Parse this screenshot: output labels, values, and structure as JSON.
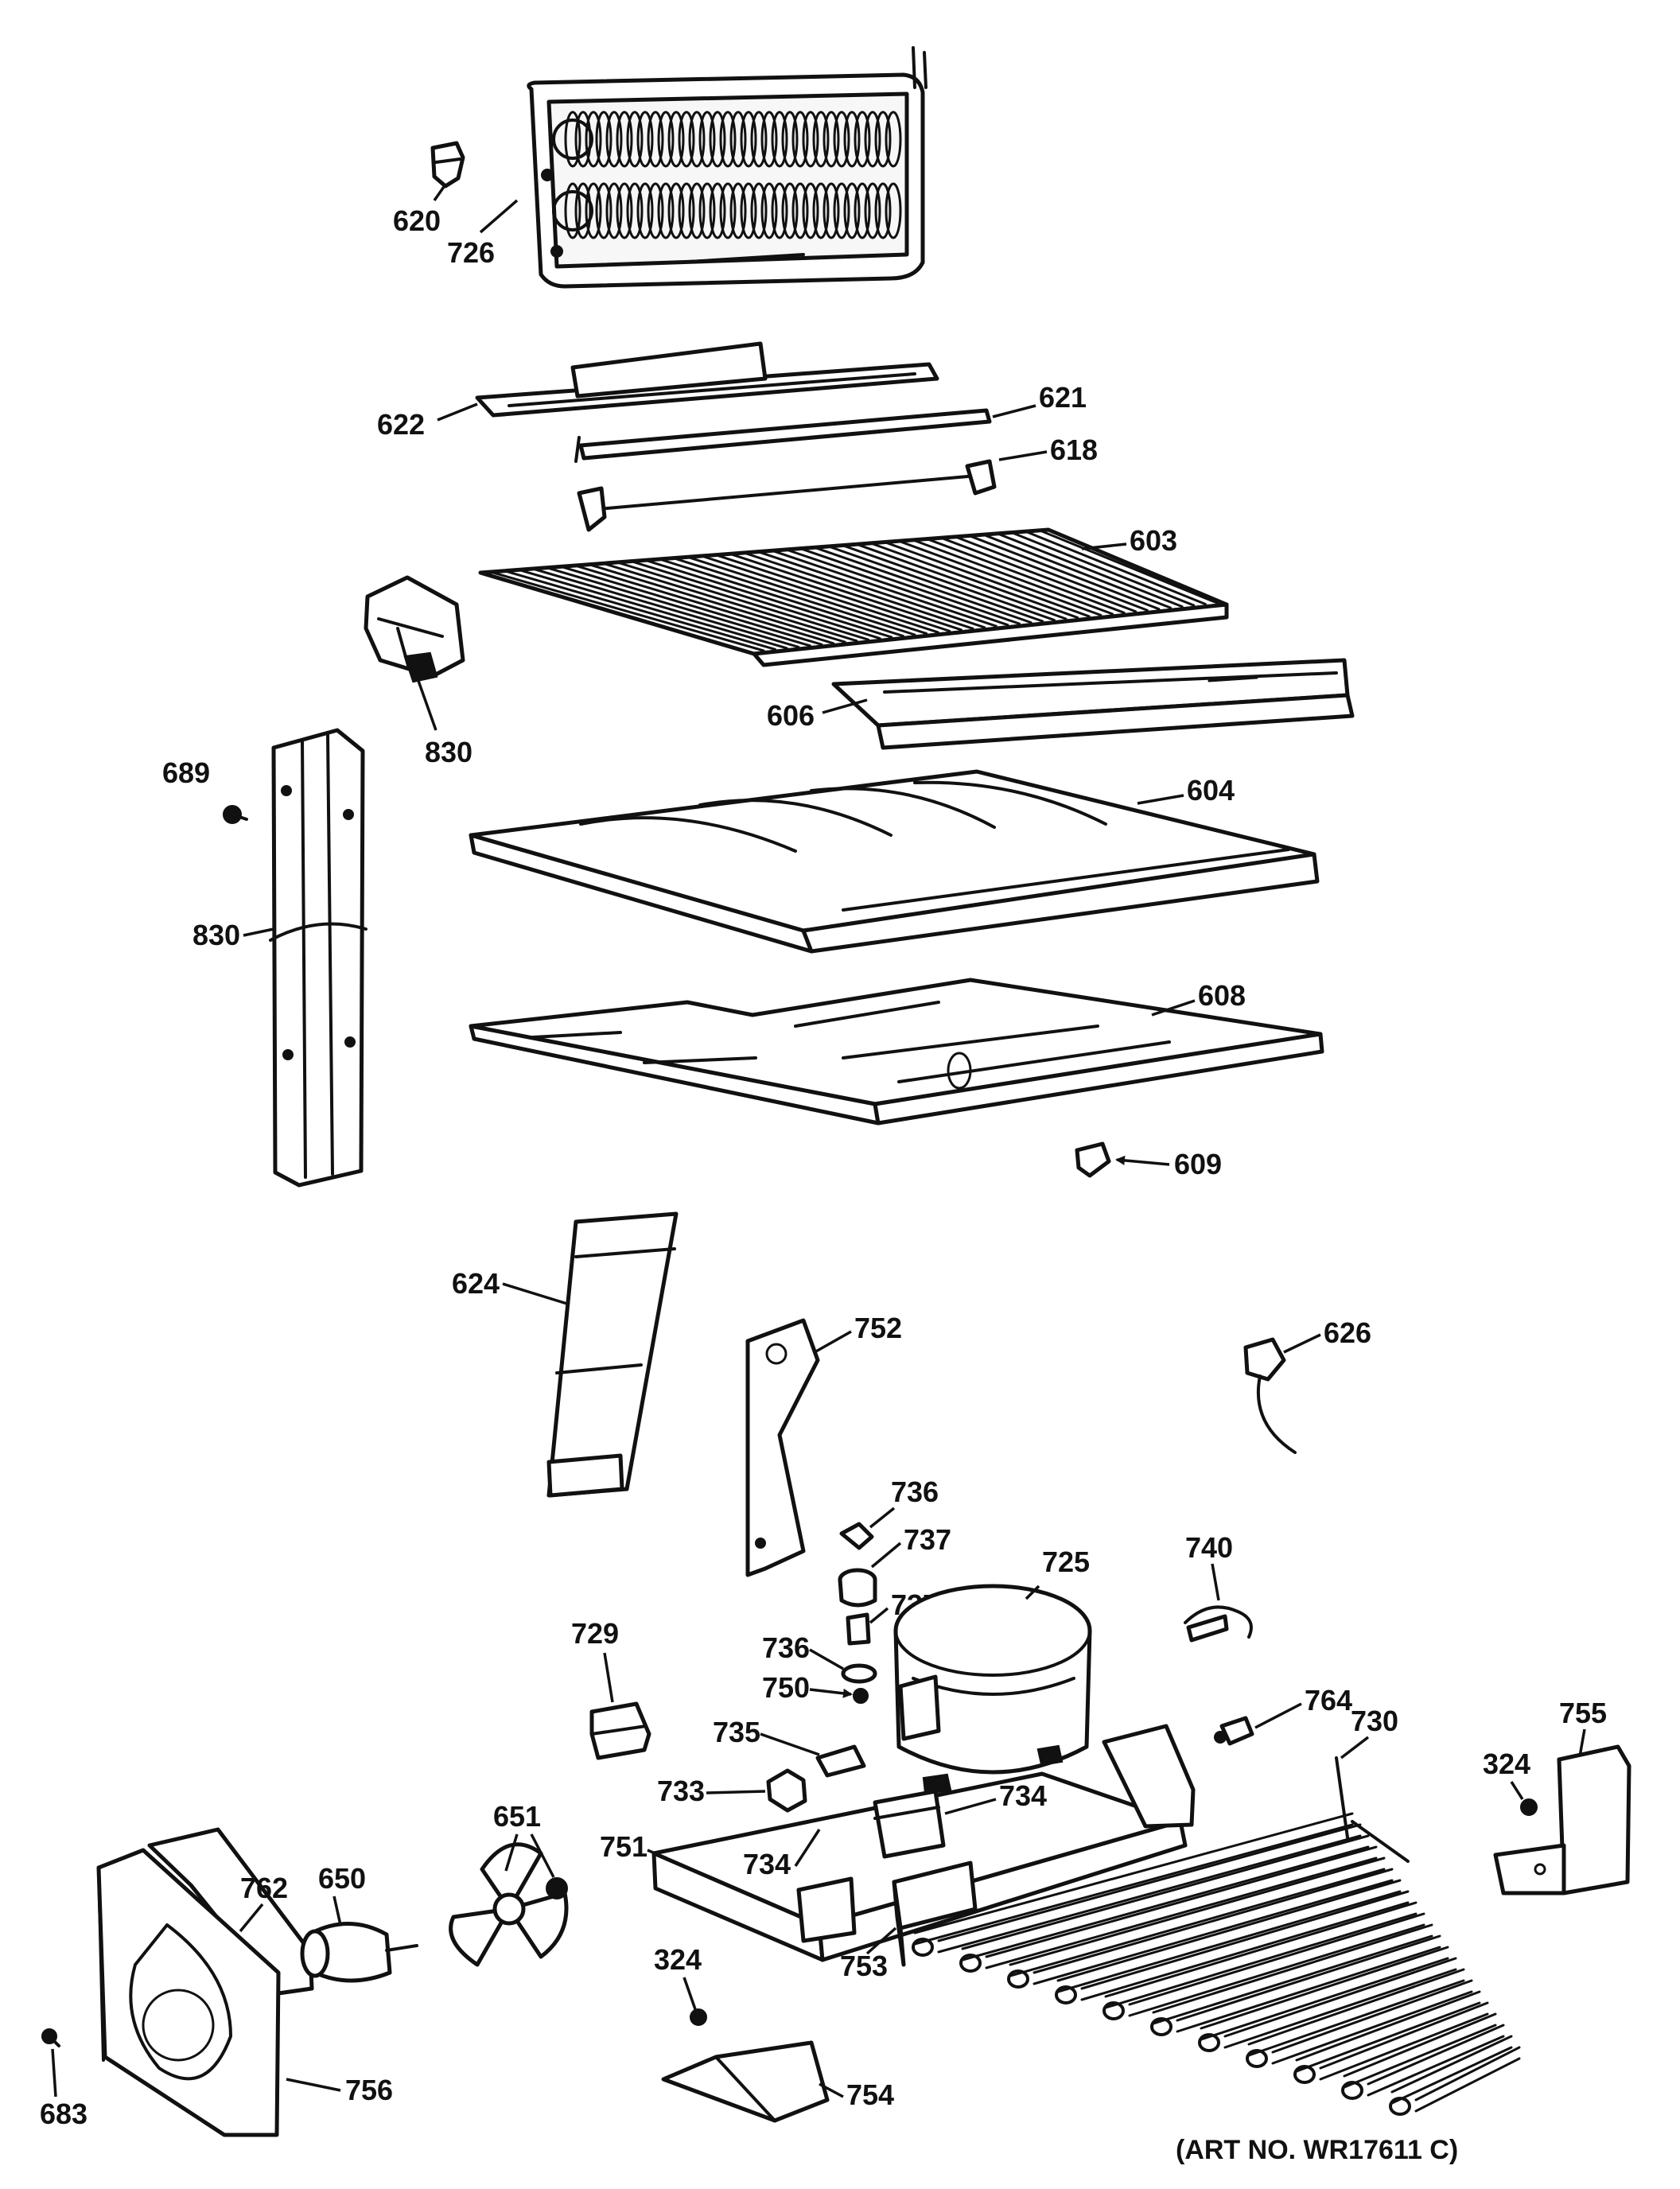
{
  "callouts": {
    "c620": "620",
    "c726": "726",
    "c622": "622",
    "c621": "621",
    "c618": "618",
    "c603": "603",
    "c606": "606",
    "c830a": "830",
    "c689": "689",
    "c830b": "830",
    "c604": "604",
    "c608": "608",
    "c609": "609",
    "c624": "624",
    "c752": "752",
    "c626": "626",
    "c736a": "736",
    "c737a": "737",
    "c737b": "737",
    "c725": "725",
    "c740": "740",
    "c729": "729",
    "c736b": "736",
    "c750": "750",
    "c764": "764",
    "c735": "735",
    "c730": "730",
    "c324a": "324",
    "c755": "755",
    "c733": "733",
    "c734a": "734",
    "c651": "651",
    "c751": "751",
    "c734b": "734",
    "c762": "762",
    "c650": "650",
    "c753": "753",
    "c324b": "324",
    "c756": "756",
    "c754": "754",
    "c683": "683"
  },
  "art_number": "(ART NO. WR17611 C)"
}
